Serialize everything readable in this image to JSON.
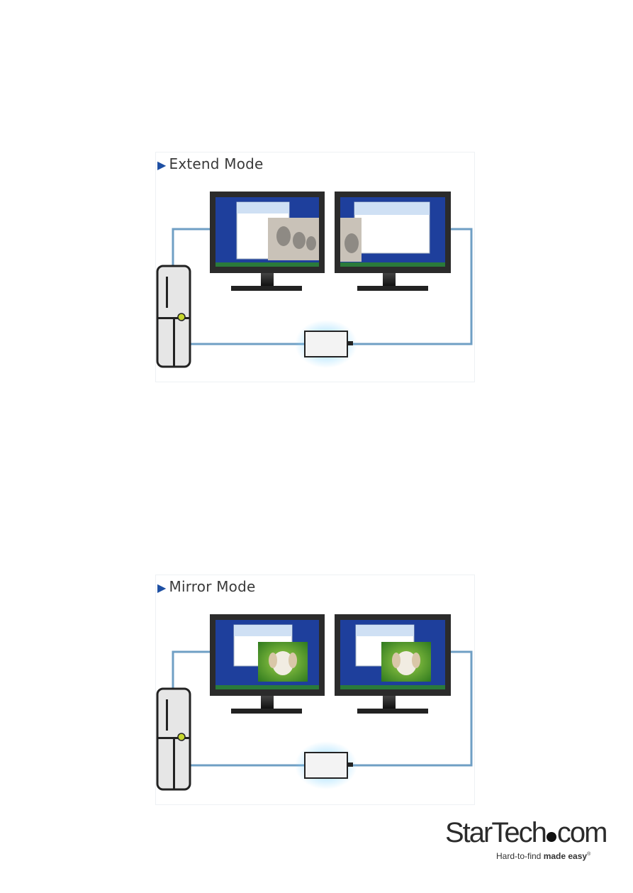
{
  "panels": [
    {
      "title": "Extend Mode"
    },
    {
      "title": "Mirror Mode"
    }
  ],
  "logo": {
    "brand_start": "StarTech",
    "brand_end": "com",
    "tagline_start": "Hard-to-find ",
    "tagline_bold": "made easy",
    "registered": "®"
  },
  "colors": {
    "title_arrow": "#1d4fa3",
    "screen_blue": "#1e3f9c",
    "cable": "#6f9fc4",
    "adapter_glow": "#7fd3ff"
  }
}
